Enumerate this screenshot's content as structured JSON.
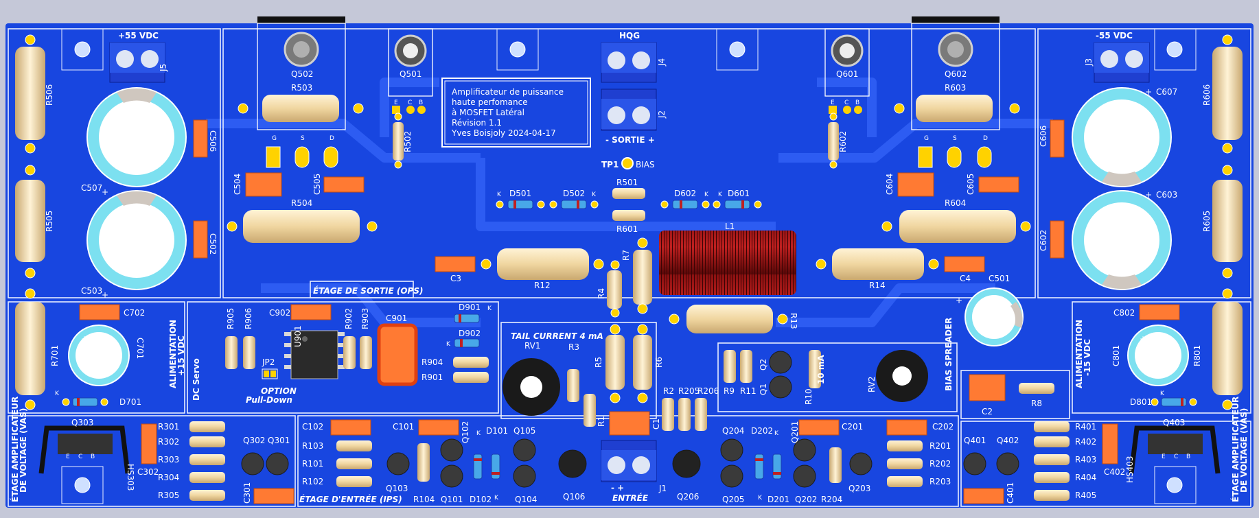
{
  "colors": {
    "board": "#1846e0",
    "trace": "#2a5af0",
    "silk": "#ffffff",
    "pad": "#ffd200",
    "resistor": "#f0d6a0",
    "capacitor": "#ff7a33"
  },
  "title_block": {
    "lines": [
      "Amplificateur de puissance",
      "haute perfomance",
      "à MOSFET Latéral",
      "Révision 1.1",
      "Yves Boisjoly 2024-04-17"
    ]
  },
  "sections": {
    "power_pos": "+55 VDC",
    "power_neg": "-55 VDC",
    "hqg": "HQG",
    "sortie": "- SORTIE +",
    "tp1": "TP1",
    "bias": "BIAS",
    "ops": "ÉTAGE DE SORTIE (OPS)",
    "ips": "ÉTAGE D'ENTRÉE (IPS)",
    "entree": "ENTRÉE",
    "entree_pins": "-       +",
    "vas_left": [
      "ÉTAGE AMPLIFICATEUR",
      "DE VOLTAGE (VAS)"
    ],
    "vas_right": [
      "ÉTAGE AMPLIFICATEUR",
      "DE VOLTAGE (VAS)"
    ],
    "alim_pos": [
      "ALIMENTATION",
      "+15 VDC"
    ],
    "alim_neg": [
      "ALIMENTATION",
      "-15 VDC"
    ],
    "dc_servo": "DC Servo",
    "option": [
      "OPTION",
      "Pull-Down"
    ],
    "tail": "TAIL CURRENT 4 mA",
    "bias_spreader": "BIAS SPREADER",
    "ma10": "10 mA"
  },
  "refs": {
    "J5": "J5",
    "J4": "J4",
    "J2": "J2",
    "J3": "J3",
    "J1": "J1",
    "Q502": "Q502",
    "Q501": "Q501",
    "Q601": "Q601",
    "Q602": "Q602",
    "R503": "R503",
    "R603": "R603",
    "R506": "R506",
    "R505": "R505",
    "C506": "C506",
    "C507": "C507",
    "C502": "C502",
    "C503": "C503",
    "R606": "R606",
    "R605": "R605",
    "C606": "C606",
    "C607": "C607",
    "C602": "C602",
    "C603": "C603",
    "R502": "R502",
    "R602": "R602",
    "C504": "C504",
    "C505": "C505",
    "C604": "C604",
    "C605": "C605",
    "R504": "R504",
    "R604": "R604",
    "D501": "D501",
    "D502": "D502",
    "R501": "R501",
    "R601": "R601",
    "D602": "D602",
    "D601": "D601",
    "L1": "L1",
    "R7": "R7",
    "R4": "R4",
    "R12": "R12",
    "R14": "R14",
    "C3": "C3",
    "C4": "C4",
    "C501": "C501",
    "R13": "R13",
    "R701": "R701",
    "C701": "C701",
    "C702": "C702",
    "D701": "D701",
    "R801": "R801",
    "C801": "C801",
    "C802": "C802",
    "D801": "D801",
    "R905": "R905",
    "R906": "R906",
    "U901": "U901",
    "C902": "C902",
    "R902": "R902",
    "R903": "R903",
    "C901": "C901",
    "D901": "D901",
    "D902": "D902",
    "R904": "R904",
    "R901": "R901",
    "JP2": "JP2",
    "RV1": "RV1",
    "R3": "R3",
    "R5": "R5",
    "R6": "R6",
    "R1": "R1",
    "R2": "R2",
    "R205": "R205",
    "R206": "R206",
    "C1": "C1",
    "R9": "R9",
    "R11": "R11",
    "Q2": "Q2",
    "Q1": "Q1",
    "R10": "R10",
    "RV2": "RV2",
    "C2": "C2",
    "R8": "R8",
    "Q303": "Q303",
    "HS303": "HS303",
    "C302": "C302",
    "C301": "C301",
    "Q302": "Q302",
    "Q301": "Q301",
    "R301": "R301",
    "R302": "R302",
    "R303": "R303",
    "R304": "R304",
    "R305": "R305",
    "C102": "C102",
    "C101": "C101",
    "R103": "R103",
    "R101": "R101",
    "R102": "R102",
    "Q103": "Q103",
    "R104": "R104",
    "Q101": "Q101",
    "Q102": "Q102",
    "D101": "D101",
    "D102": "D102",
    "Q105": "Q105",
    "Q104": "Q104",
    "Q106": "Q106",
    "Q206": "Q206",
    "Q204": "Q204",
    "Q205": "Q205",
    "D202": "D202",
    "D201": "D201",
    "Q201": "Q201",
    "Q202": "Q202",
    "R204": "R204",
    "Q203": "Q203",
    "C201": "C201",
    "C202": "C202",
    "R201": "R201",
    "R202": "R202",
    "R203": "R203",
    "Q401": "Q401",
    "Q402": "Q402",
    "C401": "C401",
    "R401": "R401",
    "R402": "R402",
    "R403": "R403",
    "R404": "R404",
    "R405": "R405",
    "HS403": "HS403",
    "C402": "C402",
    "Q403": "Q403"
  },
  "pins": {
    "gsd": [
      "G",
      "S",
      "D"
    ],
    "ecb": [
      "E",
      "C",
      "B"
    ],
    "k": "K",
    "plus": "+",
    "minus": "-"
  }
}
